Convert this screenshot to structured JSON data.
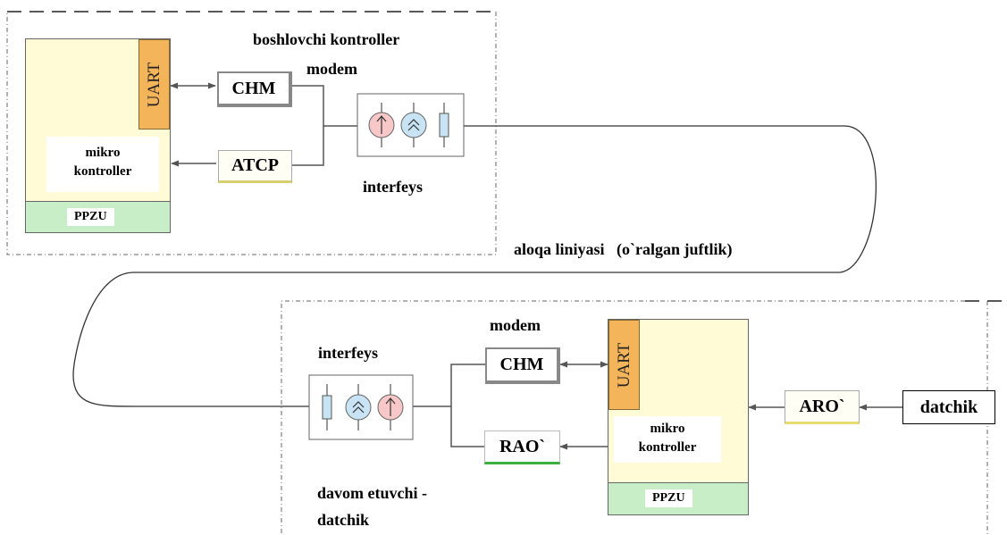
{
  "top_block": {
    "title": "boshlovchi kontroller",
    "modem_label": "modem",
    "uart_label": "UART",
    "mcu_label_1": "mikro",
    "mcu_label_2": "kontroller",
    "ppzu_label": "PPZU",
    "chm_label": "CHM",
    "atcp_label": "ATCP",
    "interface_label": "interfeys"
  },
  "line_label": "aloqa liniyasi   (o`ralgan juftlik)",
  "bottom_block": {
    "interface_label": "interfeys",
    "modem_label": "modem",
    "chm_label": "CHM",
    "rao_label": "RAO`",
    "uart_label": "UART",
    "mcu_label_1": "mikro",
    "mcu_label_2": "kontroller",
    "ppzu_label": "PPZU",
    "aro_label": "ARO`",
    "sensor_label": "datchik",
    "caption_1": "davom etuvchi -",
    "caption_2": "datchik"
  },
  "colors": {
    "mcu_fill": "#fffbd6",
    "uart_fill": "#f4b45a",
    "ppzu_fill": "#c8eec8",
    "source_fill": "#f8c8c8",
    "receiver_fill": "#c8e4f4",
    "resistor_fill": "#c8e4f4",
    "frame_line": "#555555",
    "arrow_line": "#555555"
  }
}
